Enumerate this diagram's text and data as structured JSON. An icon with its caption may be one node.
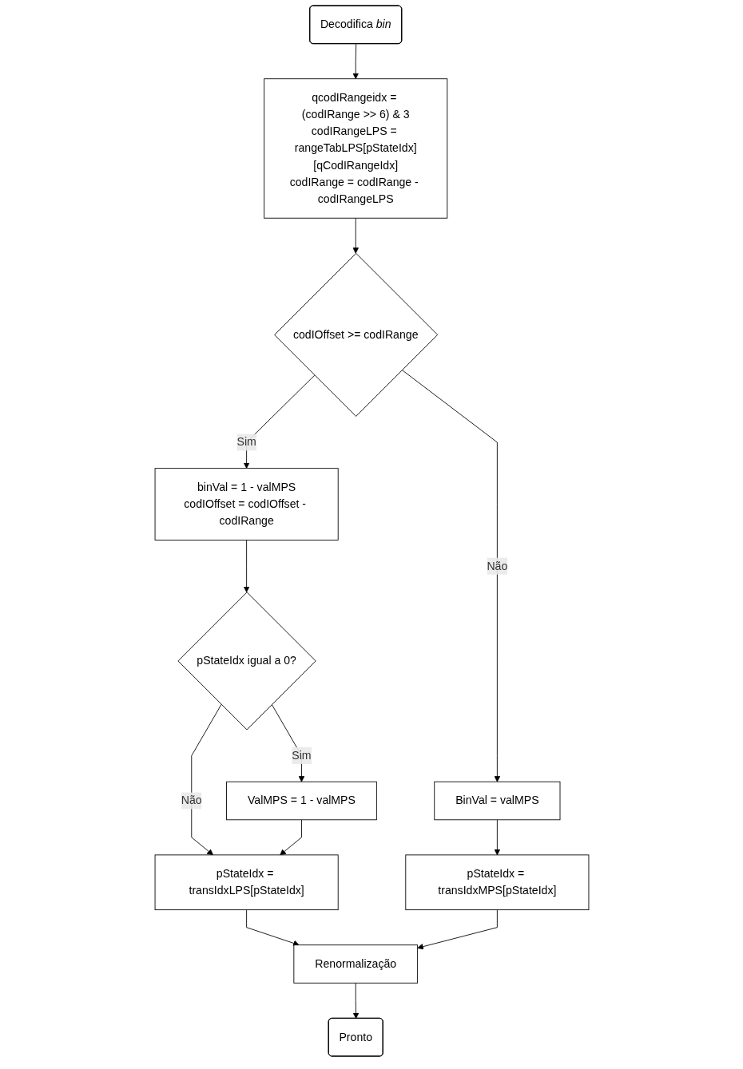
{
  "diagram": {
    "nodes": [
      {
        "text": [
          "Decodifica *bin*"
        ]
      },
      {
        "text": [
          "qcodIRangeidx = (codIRange >> 6) & 3",
          "codIRangeLPS = rangeTabLPS[pStateIdx][qCodIRangeIdx]",
          "codIRange = codIRange - codIRangeLPS"
        ]
      },
      {
        "text": [
          "codIOffset >= codIRange"
        ]
      },
      {
        "text": [
          "binVal = 1 - valMPS",
          "codIOffset = codIOffset - codIRange"
        ]
      },
      {
        "text": [
          "BinVal = valMPS"
        ]
      },
      {
        "text": [
          "pStateIdx igual a 0?"
        ]
      },
      {
        "text": [
          "ValMPS = 1 - valMPS"
        ]
      },
      {
        "text": [
          "pStateIdx = transIdxLPS[pStateIdx]"
        ]
      },
      {
        "text": [
          "pStateIdx = transIdxMPS[pStateIdx]"
        ]
      },
      {
        "text": [
          "Renormalização"
        ]
      },
      {
        "text": [
          "Pronto"
        ]
      }
    ],
    "edges": [
      {
        "from": 0,
        "to": 1,
        "arrow": "to"
      },
      {
        "from": 1,
        "to": 2,
        "arrow": "to"
      },
      {
        "from": 2,
        "to": 3,
        "label": "Sim",
        "arrow": "to"
      },
      {
        "from": 2,
        "to": 4,
        "label": "Não",
        "arrow": "to"
      },
      {
        "from": 3,
        "to": 5,
        "arrow": "to"
      },
      {
        "from": 5,
        "to": 6,
        "label": "Sim",
        "arrow": "to"
      },
      {
        "from": 5,
        "to": 7,
        "label": "Não",
        "arrow": "to"
      },
      {
        "from": 6,
        "to": 7,
        "arrow": "to"
      },
      {
        "from": 4,
        "to": 8,
        "arrow": "to"
      },
      {
        "from": 7,
        "to": 9,
        "arrow": "to"
      },
      {
        "from": 8,
        "to": 9,
        "arrow": "to"
      },
      {
        "from": 9,
        "to": 10,
        "arrow": "to"
      }
    ]
  }
}
